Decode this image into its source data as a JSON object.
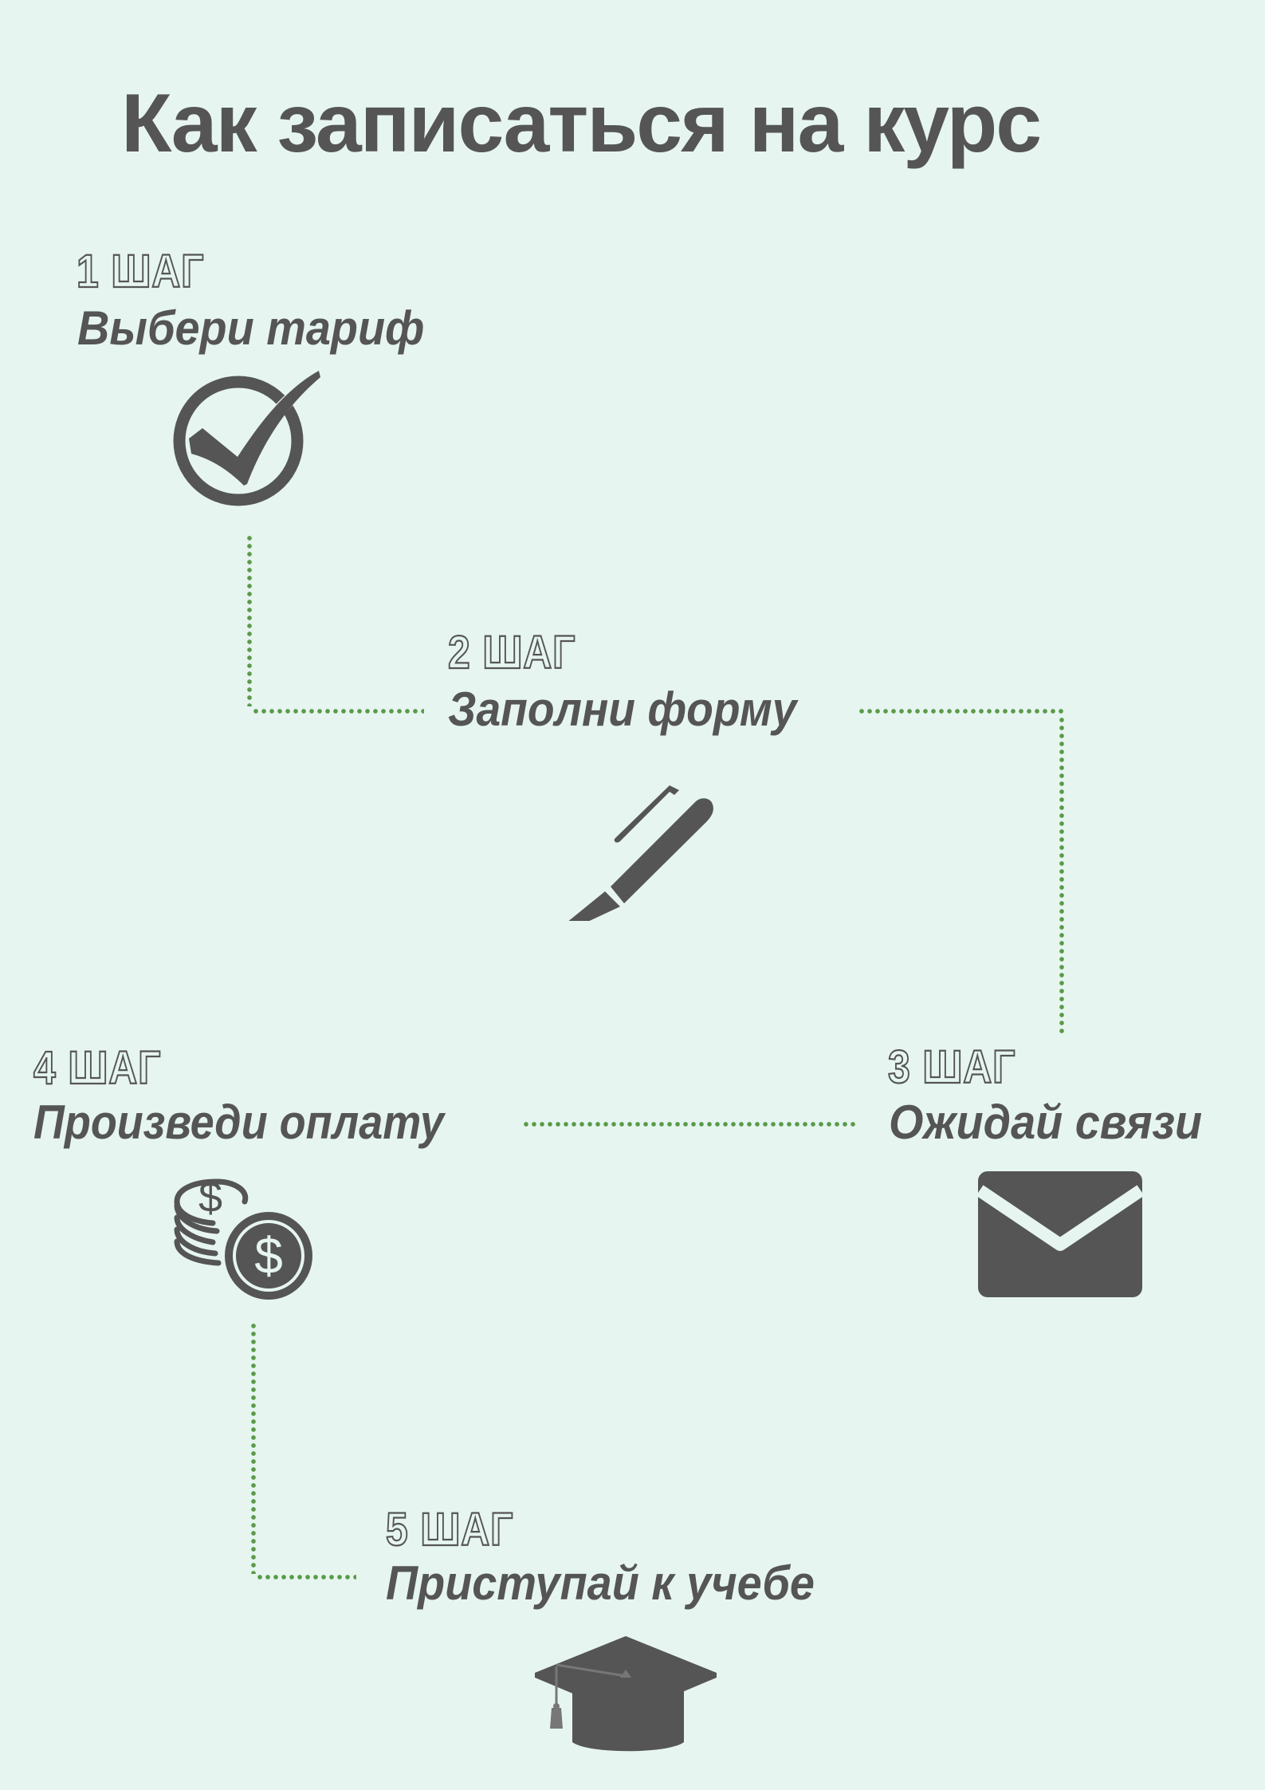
{
  "title": "Как записаться на курс",
  "colors": {
    "background": "#e6f5f0",
    "text": "#555555",
    "connector": "#5a9a48"
  },
  "steps": [
    {
      "number": "1 ШАГ",
      "label": "Выбери тариф",
      "icon": "check-circle-icon"
    },
    {
      "number": "2 ШАГ",
      "label": "Заполни форму",
      "icon": "pen-icon"
    },
    {
      "number": "3 ШАГ",
      "label": "Ожидай связи",
      "icon": "envelope-icon"
    },
    {
      "number": "4 ШАГ",
      "label": "Произведи оплату",
      "icon": "coins-dollar-icon"
    },
    {
      "number": "5 ШАГ",
      "label": "Приступай к учебе",
      "icon": "graduation-cap-icon"
    }
  ]
}
